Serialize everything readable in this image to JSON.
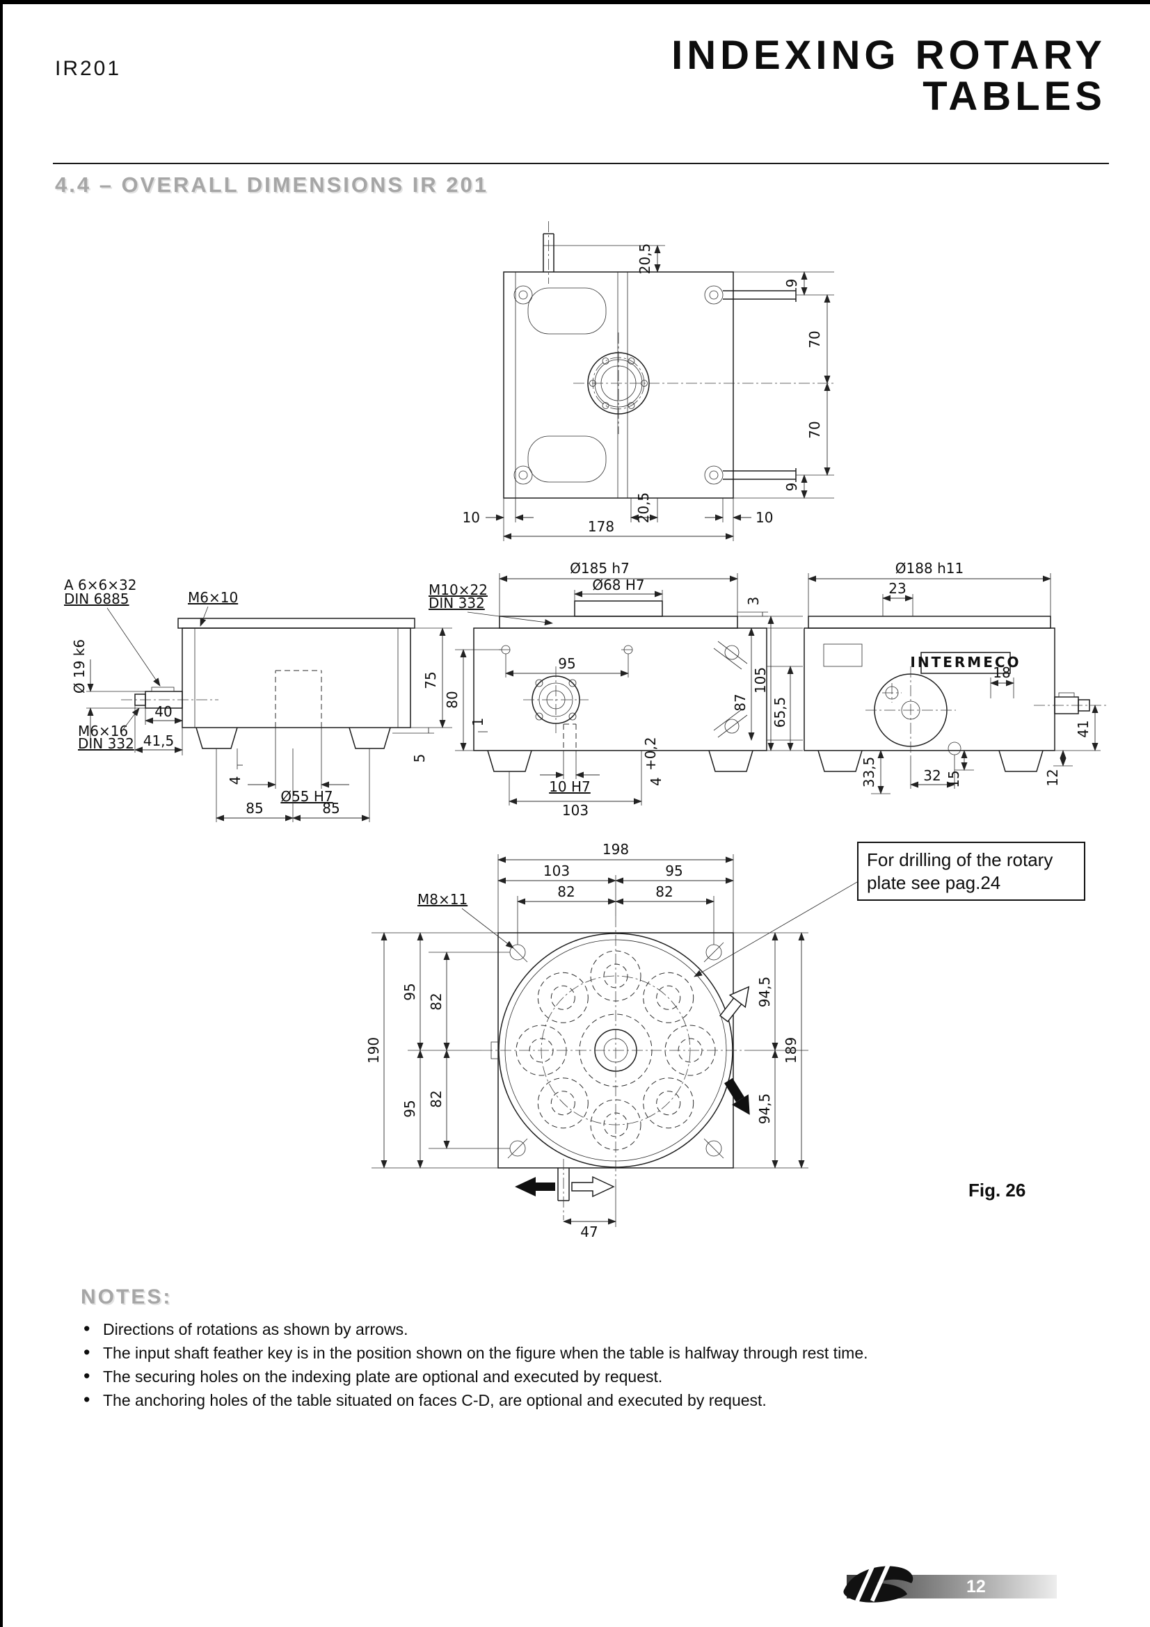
{
  "header": {
    "model": "IR201",
    "title_line1": "INDEXING ROTARY",
    "title_line2": "TABLES"
  },
  "section": {
    "title": "4.4 – OVERALL DIMENSIONS IR 201"
  },
  "views": {
    "top": {
      "dims": [
        "20,5",
        "9",
        "70",
        "70",
        "9",
        "10",
        "178",
        "20,5",
        "10"
      ]
    },
    "left": {
      "labels": {
        "key_spec": "A 6×6×32",
        "key_std": "DIN 6885",
        "screw_top": "M6×10",
        "shaft_dia": "Ø 19 k6",
        "tap_end": "M6×16",
        "tap_std": "DIN 332",
        "bore": "Ø55 H7"
      },
      "dims": [
        "40",
        "41,5",
        "4",
        "85",
        "85",
        "75",
        "5"
      ]
    },
    "front": {
      "labels": {
        "plate_dia": "Ø185 h7",
        "spigot_dia": "Ø68 H7",
        "tap": "M10×22",
        "tap_std": "DIN 332",
        "keyway": "10 H7",
        "keyway_depth": "4",
        "keyway_tol": "+0,2"
      },
      "dims": [
        "3",
        "95",
        "80",
        "105",
        "87",
        "65,5",
        "1",
        "103"
      ]
    },
    "right": {
      "labels": {
        "base_dia": "Ø188 h11",
        "brand": "INTERMECO"
      },
      "dims": [
        "23",
        "18",
        "41",
        "33,5",
        "32",
        "15",
        "12"
      ]
    },
    "bottom": {
      "labels": {
        "tap": "M8×11"
      },
      "dims": [
        "198",
        "103",
        "95",
        "82",
        "82",
        "95",
        "82",
        "190",
        "82",
        "95",
        "94,5",
        "189",
        "94,5",
        "47"
      ]
    }
  },
  "note_box": {
    "text": "For drilling of the rotary plate see pag.24"
  },
  "figure": {
    "caption": "Fig. 26"
  },
  "notes": {
    "heading": "NOTES:",
    "items": [
      "Directions of rotations as shown by arrows.",
      "The input shaft feather key is in the position shown on the figure when the table is halfway through rest time.",
      "The securing holes on the indexing plate are optional and executed by request.",
      "The anchoring holes of the table situated on faces C-D, are optional and executed by request."
    ]
  },
  "footer": {
    "page": "12"
  }
}
